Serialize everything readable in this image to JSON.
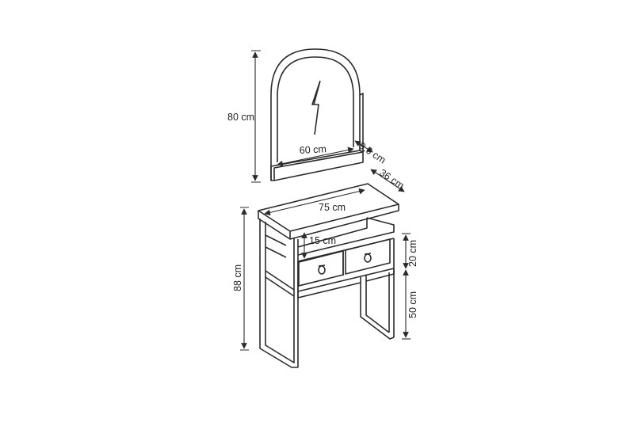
{
  "diagram": {
    "line_color": "#2b2b2b",
    "labels": {
      "mirror_height": "80 cm",
      "mirror_width": "60 cm",
      "mirror_depth": "9,6 cm",
      "table_depth": "36 cm",
      "table_width": "75 cm",
      "shelf_height": "15 cm",
      "table_height": "88 cm",
      "drawer_height": "20 cm",
      "leg_height": "50 cm"
    },
    "icons": [
      "mirror-reflection-icon",
      "drawer-ring-handle-icon"
    ]
  }
}
